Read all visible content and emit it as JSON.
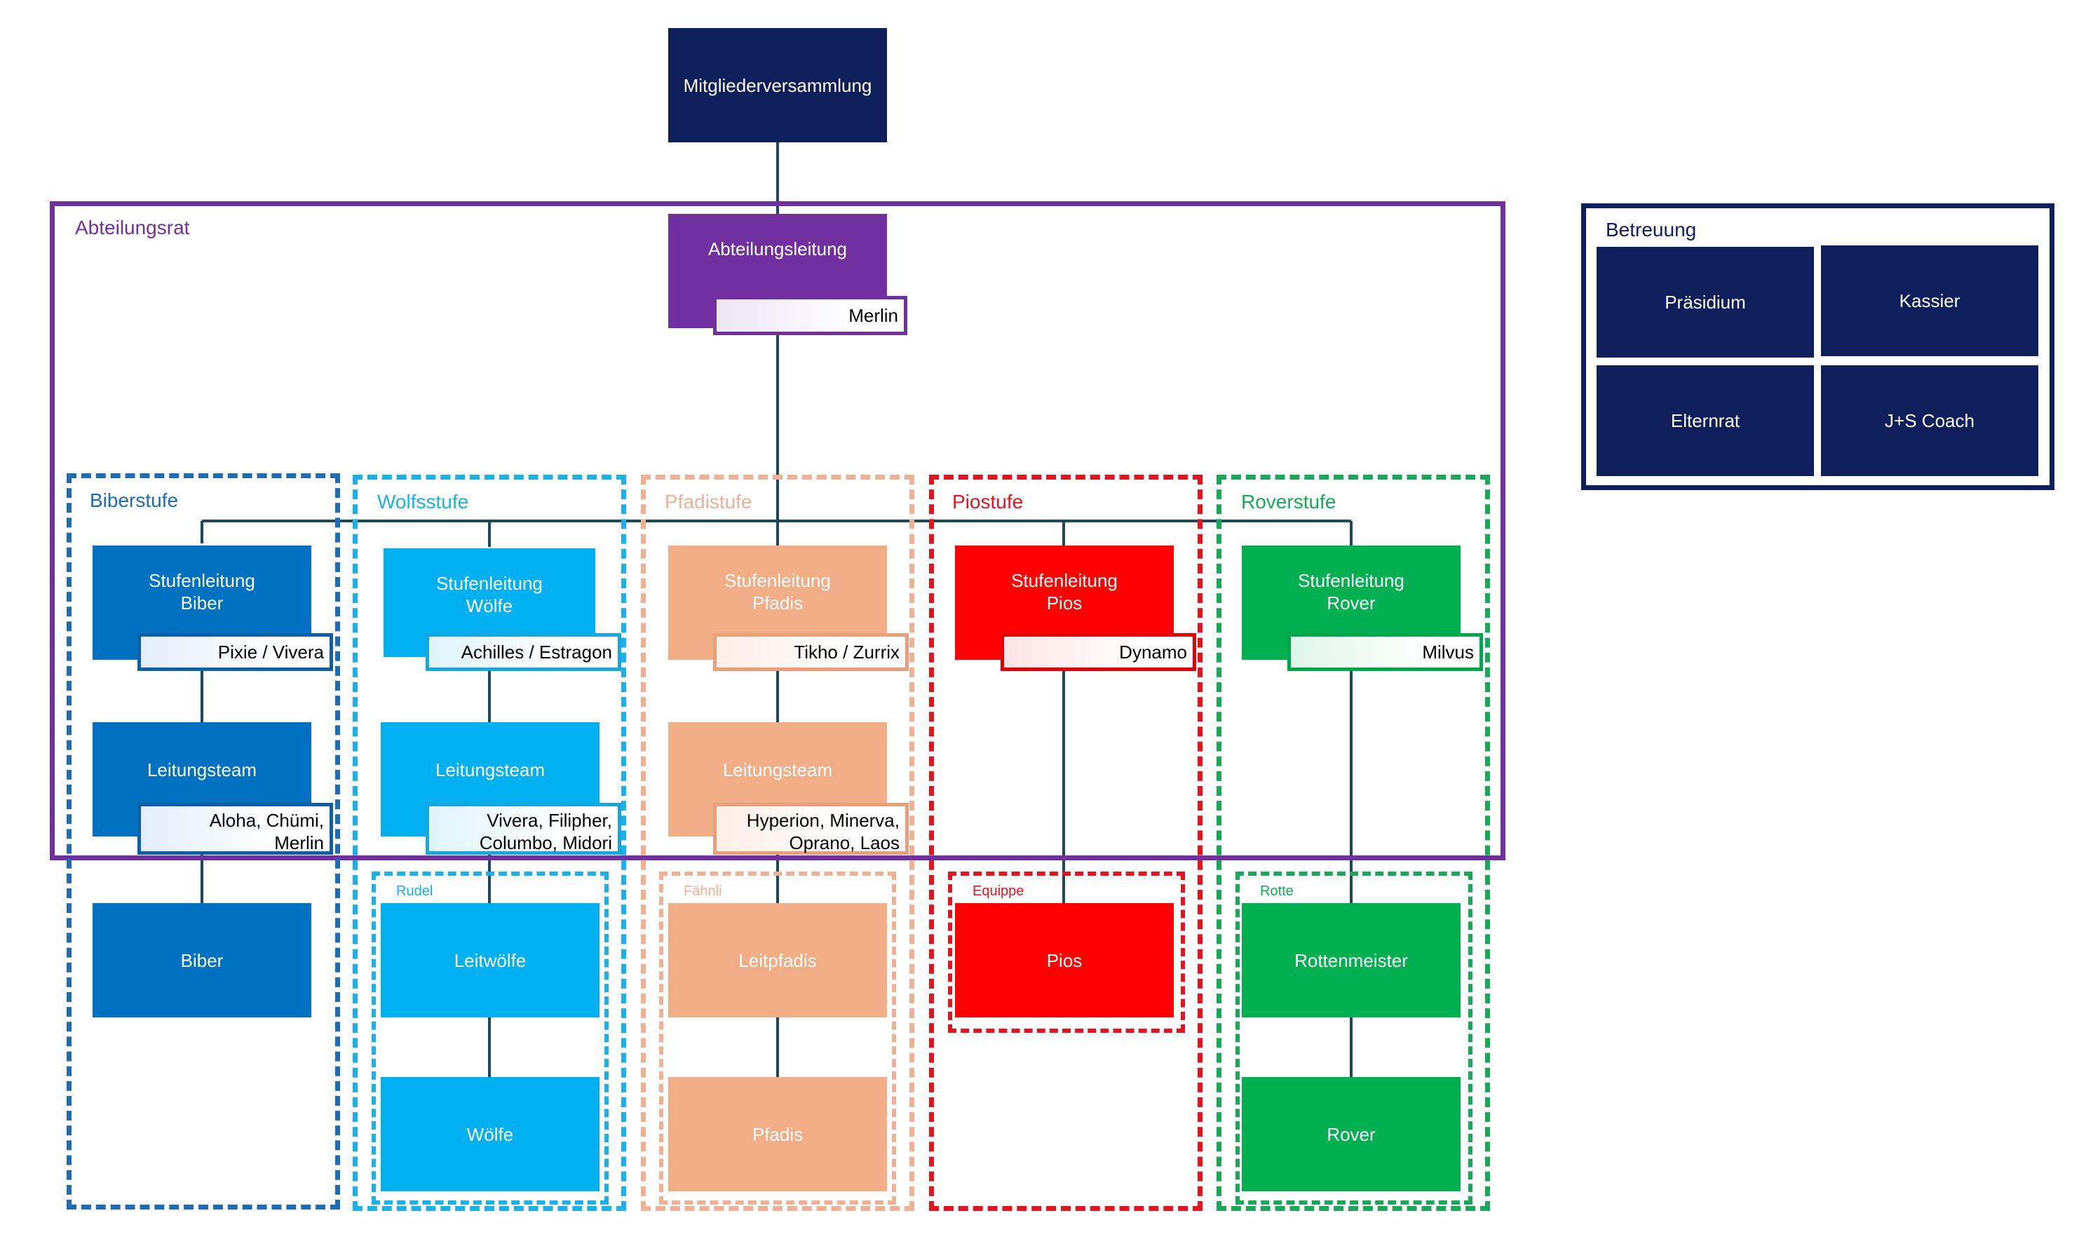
{
  "top": {
    "assembly": "Mitgliederversammlung"
  },
  "council": {
    "label": "Abteilungsrat",
    "leadership": "Abteilungsleitung",
    "leadership_person": "Merlin"
  },
  "support": {
    "label": "Betreuung",
    "items": [
      "Präsidium",
      "Kassier",
      "Elternrat",
      "J+S Coach"
    ]
  },
  "stages": {
    "biber": {
      "label": "Biberstufe",
      "lead": "Stufenleitung\nBiber",
      "lead_people": "Pixie / Vivera",
      "team": "Leitungsteam",
      "team_people": "Aloha, Chümi,\nMerlin",
      "members": "Biber"
    },
    "wolf": {
      "label": "Wolfsstufe",
      "lead": "Stufenleitung\nWölfe",
      "lead_people": "Achilles / Estragon",
      "team": "Leitungsteam",
      "team_people": "Vivera, Filipher,\nColumbo, Midori",
      "group_label": "Rudel",
      "group_lead": "Leitwölfe",
      "members": "Wölfe"
    },
    "pfadi": {
      "label": "Pfadistufe",
      "lead": "Stufenleitung\nPfadis",
      "lead_people": "Tikho / Zurrix",
      "team": "Leitungsteam",
      "team_people": "Hyperion, Minerva,\nOprano, Laos",
      "group_label": "Fähnli",
      "group_lead": "Leitpfadis",
      "members": "Pfadis"
    },
    "pio": {
      "label": "Piostufe",
      "lead": "Stufenleitung\nPios",
      "lead_people": "Dynamo",
      "group_label": "Equippe",
      "members": "Pios"
    },
    "rover": {
      "label": "Roverstufe",
      "lead": "Stufenleitung\nRover",
      "lead_people": "Milvus",
      "group_label": "Rotte",
      "group_lead": "Rottenmeister",
      "members": "Rover"
    }
  },
  "colors": {
    "navy": "#0f1f5c",
    "purple": "#7030a0",
    "biber": "#0070c0",
    "wolf": "#00b0f0",
    "pfadi": "#f0ad86",
    "pio": "#ff0000",
    "rover": "#00b050",
    "connector": "#1c4a5c"
  }
}
